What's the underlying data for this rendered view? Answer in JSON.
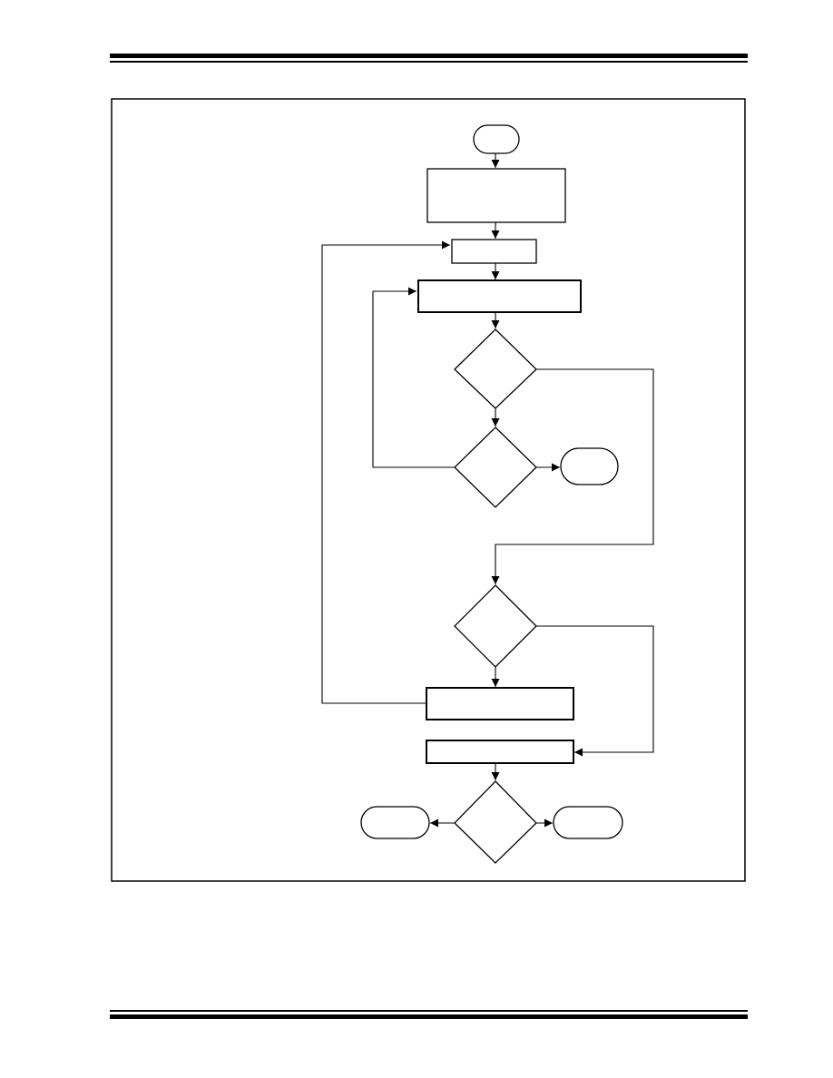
{
  "page": {
    "colors": {
      "ink": "#000000",
      "paper": "#ffffff"
    }
  },
  "flowchart": {
    "nodes": [
      {
        "id": "start",
        "shape": "terminal",
        "label": ""
      },
      {
        "id": "init",
        "shape": "process",
        "label": ""
      },
      {
        "id": "setup",
        "shape": "process",
        "label": ""
      },
      {
        "id": "operation",
        "shape": "process",
        "label": ""
      },
      {
        "id": "decision-1",
        "shape": "decision",
        "label": ""
      },
      {
        "id": "decision-2",
        "shape": "decision",
        "label": ""
      },
      {
        "id": "exit-1",
        "shape": "terminal",
        "label": ""
      },
      {
        "id": "decision-3",
        "shape": "decision",
        "label": ""
      },
      {
        "id": "update",
        "shape": "process",
        "label": ""
      },
      {
        "id": "finalize",
        "shape": "process",
        "label": ""
      },
      {
        "id": "decision-4",
        "shape": "decision",
        "label": ""
      },
      {
        "id": "exit-left",
        "shape": "terminal",
        "label": ""
      },
      {
        "id": "exit-right",
        "shape": "terminal",
        "label": ""
      }
    ]
  }
}
